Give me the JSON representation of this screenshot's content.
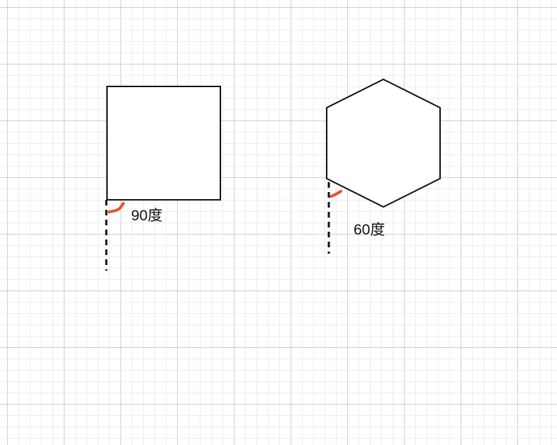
{
  "colors": {
    "background": "#ffffff",
    "grid_minor": "#ececec",
    "grid_major": "#cfcfcf",
    "shape_stroke": "#111111",
    "guide_line": "#111111",
    "angle_mark": "#e8532a"
  },
  "shapes": {
    "square": {
      "kind": "square",
      "angle_label": "90度"
    },
    "hexagon": {
      "kind": "regular-hexagon",
      "angle_label": "60度"
    }
  }
}
